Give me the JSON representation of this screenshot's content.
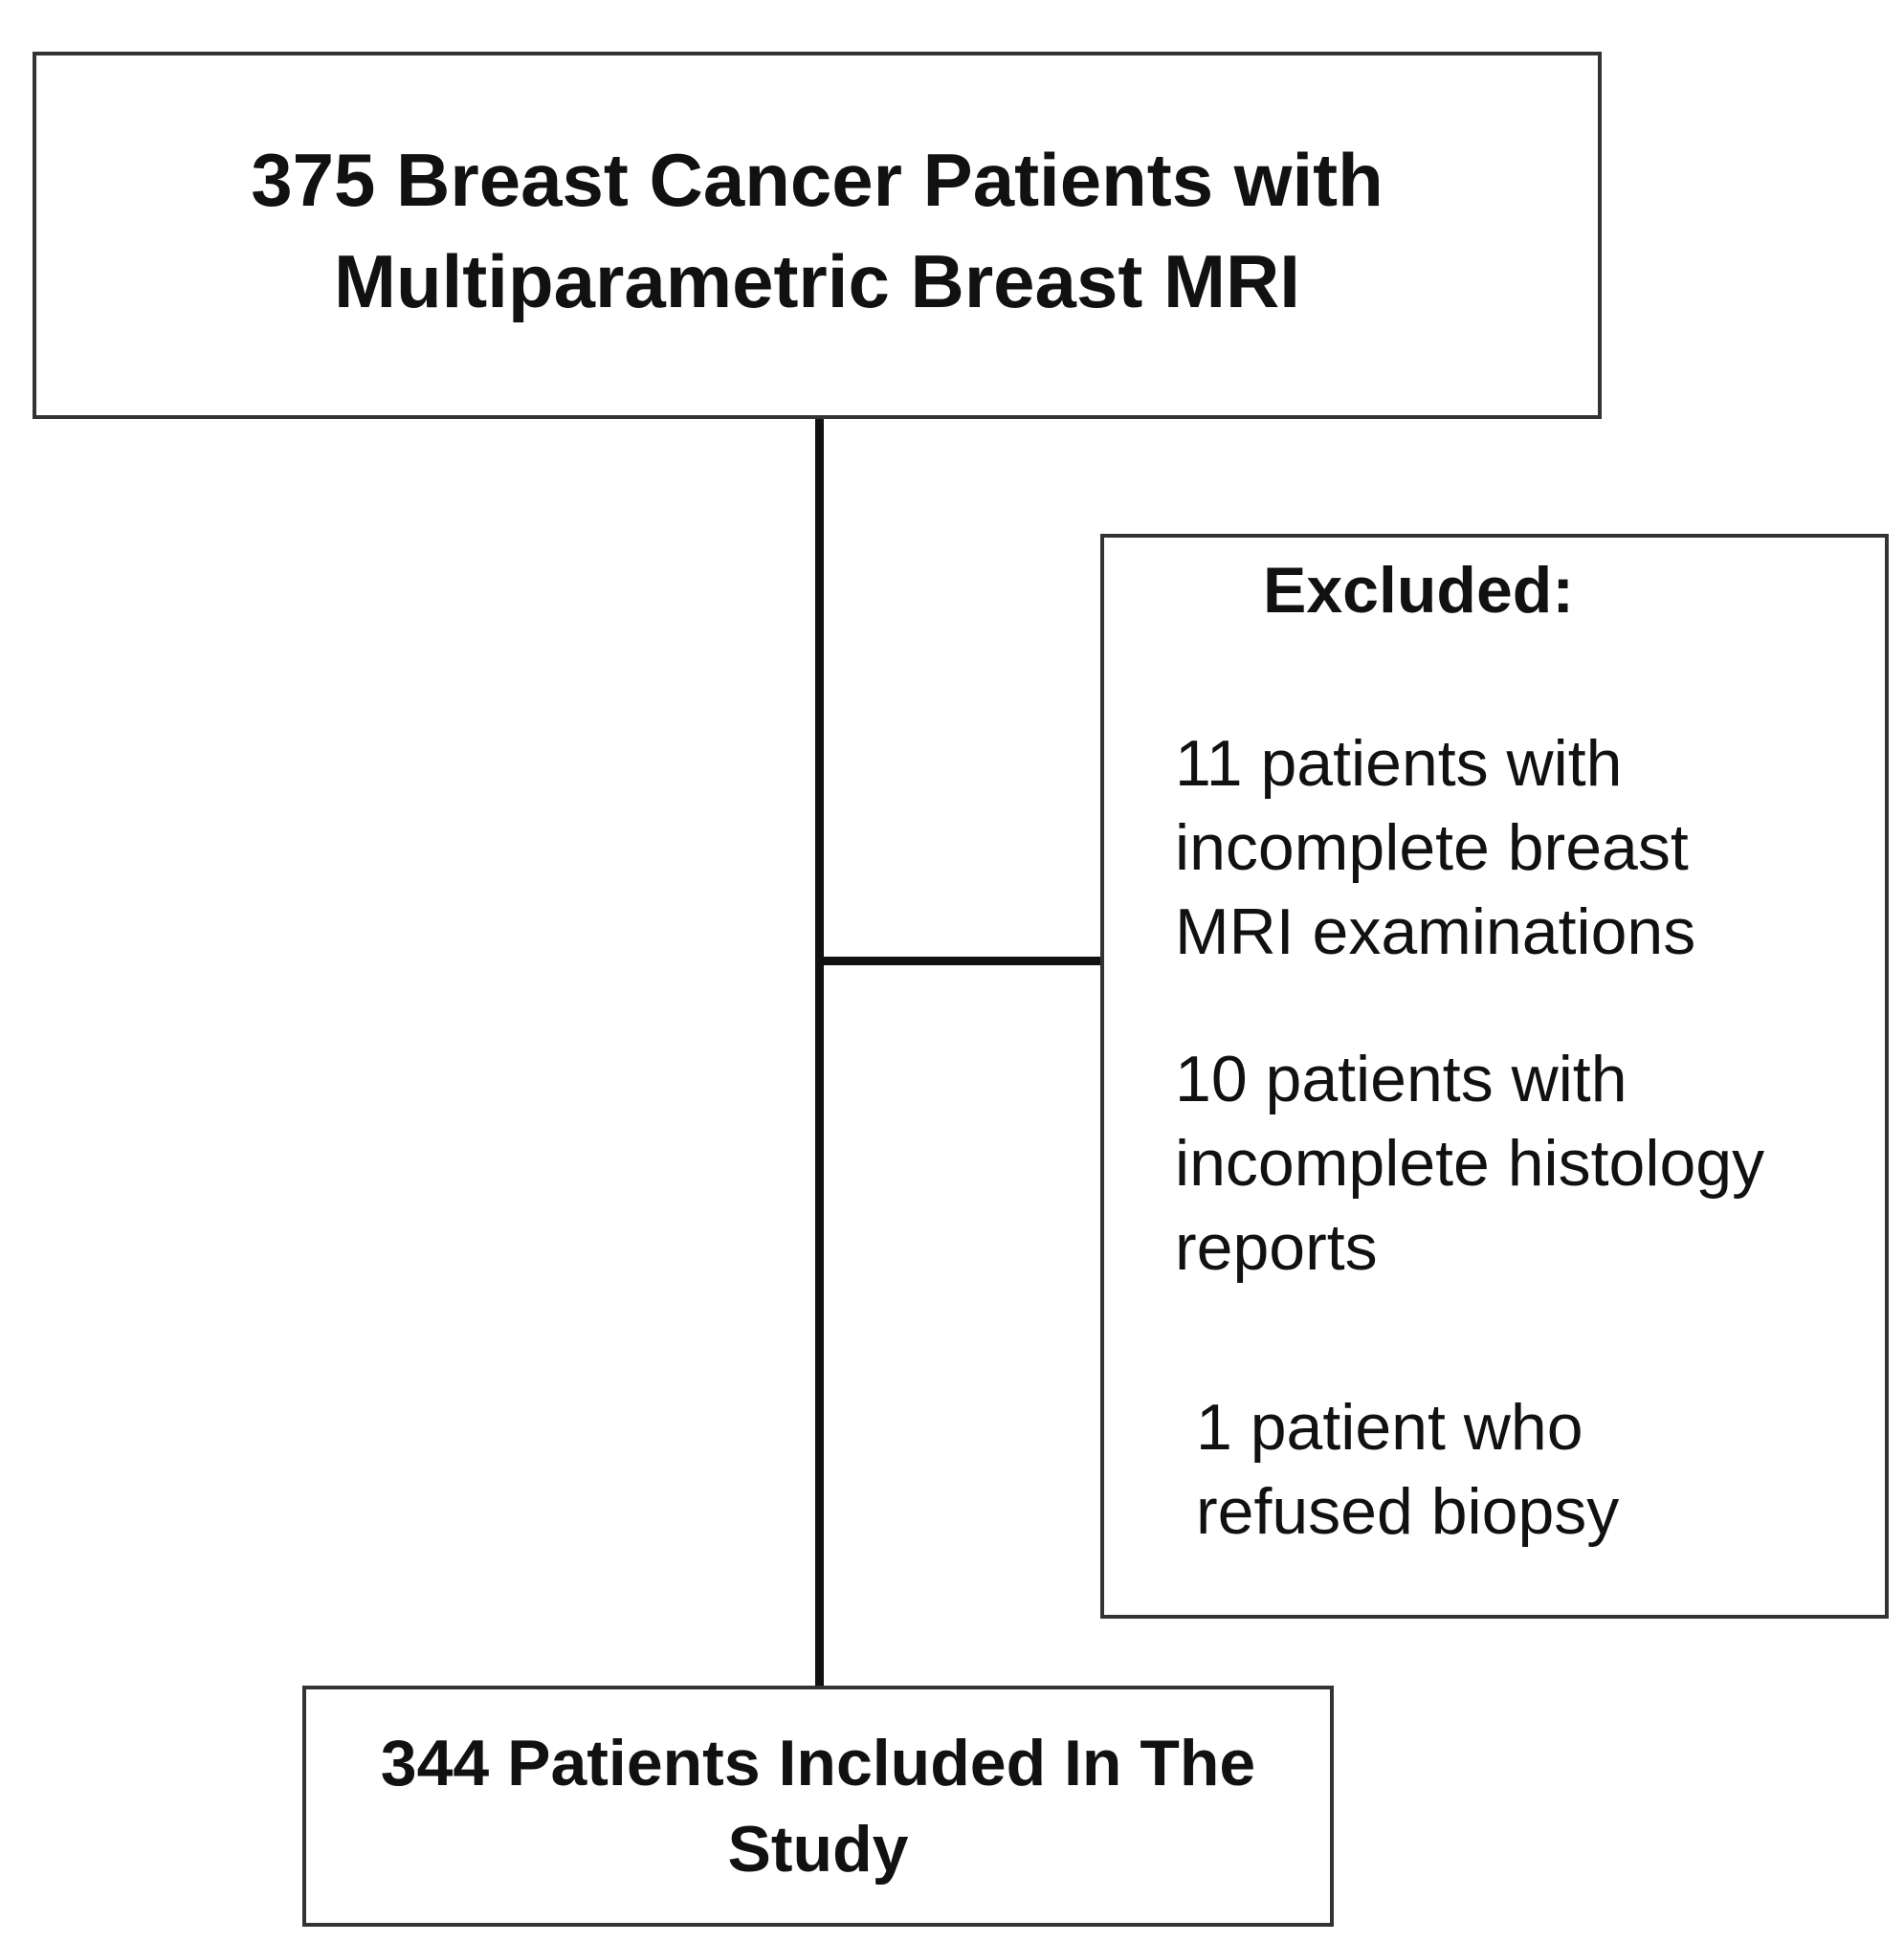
{
  "top_box": {
    "lines": [
      "375 Breast Cancer Patients with",
      "Multiparametric Breast MRI"
    ]
  },
  "excluded": {
    "title": "Excluded:",
    "items": [
      {
        "lines": [
          "11 patients with",
          "incomplete breast",
          "MRI examinations"
        ]
      },
      {
        "lines": [
          "10 patients with",
          "incomplete histology",
          "reports"
        ]
      },
      {
        "lines": [
          "1 patient who",
          "refused biopsy"
        ]
      }
    ]
  },
  "bottom_box": {
    "lines": [
      "344 Patients Included In The",
      "Study"
    ]
  },
  "colors": {
    "border": "#333333",
    "line": "#111111",
    "text": "#111111",
    "background": "#ffffff"
  }
}
